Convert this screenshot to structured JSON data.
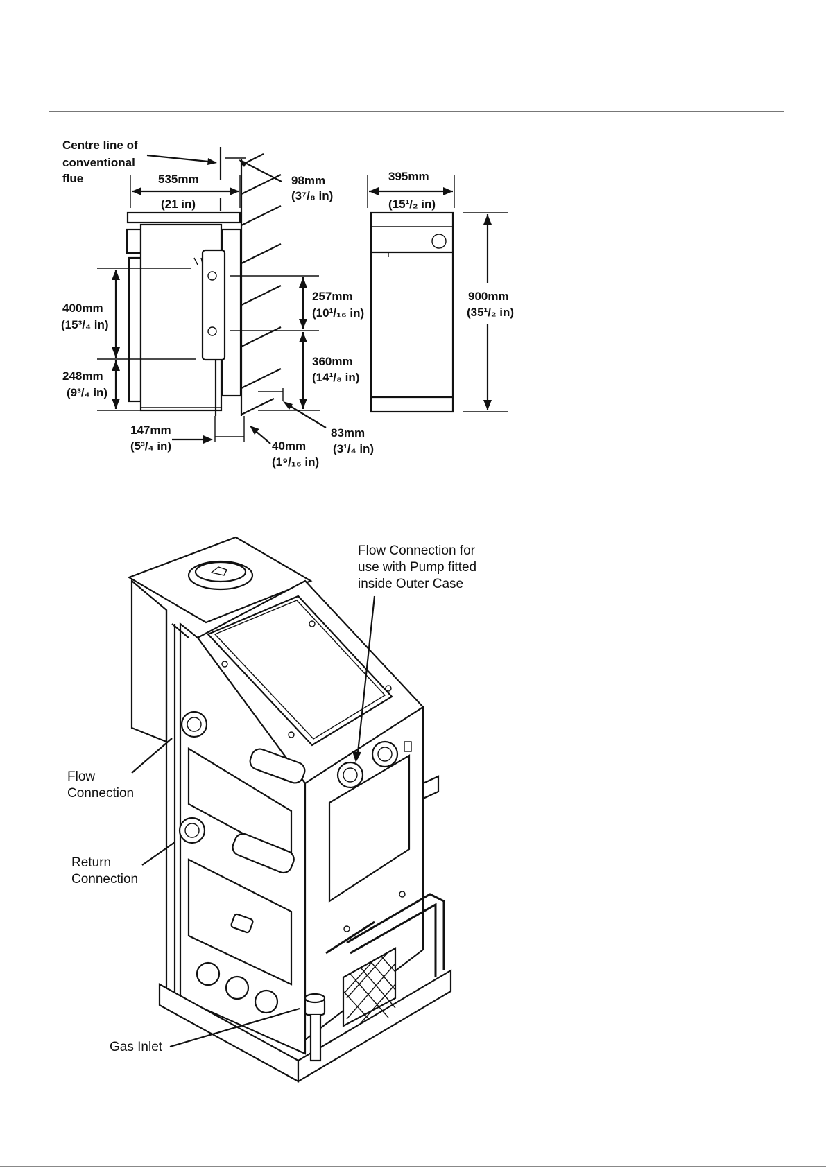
{
  "dimension_diagram": {
    "centre_line_label": [
      "Centre line of",
      "conventional",
      "flue"
    ],
    "side_width_mm": "535mm",
    "side_width_in": "(21 in)",
    "flue_offset_mm": "98mm",
    "flue_offset_in": "(3⁷/₈ in)",
    "front_width_mm": "395mm",
    "front_width_in": "(15¹/₂ in)",
    "height_upper_mm": "400mm",
    "height_upper_in": "(15³/₄ in)",
    "height_lower_mm": "248mm",
    "height_lower_in": "(9³/₄ in)",
    "bracket_spacing_mm": "257mm",
    "bracket_spacing_in": "(10¹/₁₆ in)",
    "bracket_low_mm": "360mm",
    "bracket_low_in": "(14¹/₈ in)",
    "total_height_mm": "900mm",
    "total_height_in": "(35¹/₂ in)",
    "rear_offset_mm": "147mm",
    "rear_offset_in": "(5³/₄ in)",
    "rear_gap_mm": "40mm",
    "rear_gap_in": "(1⁹/₁₆ in)",
    "wall_gap_mm": "83mm",
    "wall_gap_in": "(3¹/₄ in)"
  },
  "boiler_illustration": {
    "pump_flow_label": [
      "Flow Connection for",
      "use with Pump fitted",
      "inside Outer Case"
    ],
    "flow_label": [
      "Flow",
      "Connection"
    ],
    "return_label": [
      "Return",
      "Connection"
    ],
    "gas_label": "Gas Inlet"
  }
}
